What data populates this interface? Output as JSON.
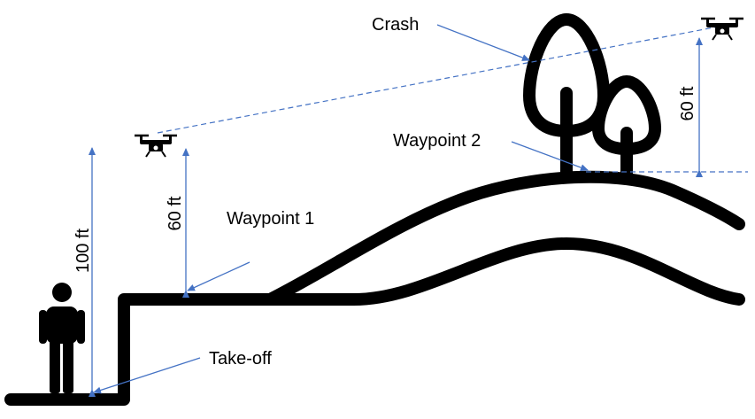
{
  "labels": {
    "crash": "Crash",
    "waypoint2": "Waypoint 2",
    "waypoint1": "Waypoint 1",
    "takeoff": "Take-off",
    "height_takeoff": "100 ft",
    "height_wp1": "60 ft",
    "height_wp2": "60 ft"
  },
  "colors": {
    "ink": "#000000",
    "arrow": "#4472C4",
    "background": "#ffffff"
  },
  "icons": [
    "person-icon",
    "drone-icon",
    "tree-icon"
  ]
}
